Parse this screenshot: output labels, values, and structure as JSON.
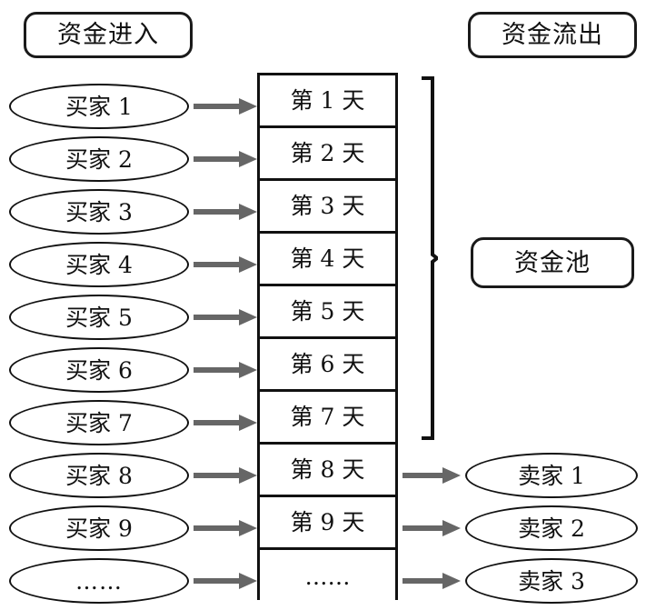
{
  "diagram": {
    "title_left": "资金进入",
    "title_right": "资金流出",
    "pool_label": "资金池",
    "ellipsis": "……",
    "accent_line": "#111111",
    "arrow_color": "#666666",
    "background": "#ffffff"
  },
  "buyers": [
    {
      "label": "买家 1"
    },
    {
      "label": "买家 2"
    },
    {
      "label": "买家 3"
    },
    {
      "label": "买家 4"
    },
    {
      "label": "买家 5"
    },
    {
      "label": "买家 6"
    },
    {
      "label": "买家 7"
    },
    {
      "label": "买家 8"
    },
    {
      "label": "买家 9"
    },
    {
      "label": "……"
    }
  ],
  "days": [
    {
      "label": "第 1 天"
    },
    {
      "label": "第 2 天"
    },
    {
      "label": "第 3 天"
    },
    {
      "label": "第 4 天"
    },
    {
      "label": "第 5 天"
    },
    {
      "label": "第 6 天"
    },
    {
      "label": "第 7 天"
    },
    {
      "label": "第 8 天"
    },
    {
      "label": "第 9 天"
    },
    {
      "label": "……"
    }
  ],
  "sellers": [
    {
      "label": "卖家 1"
    },
    {
      "label": "卖家 2"
    },
    {
      "label": "卖家 3"
    }
  ]
}
